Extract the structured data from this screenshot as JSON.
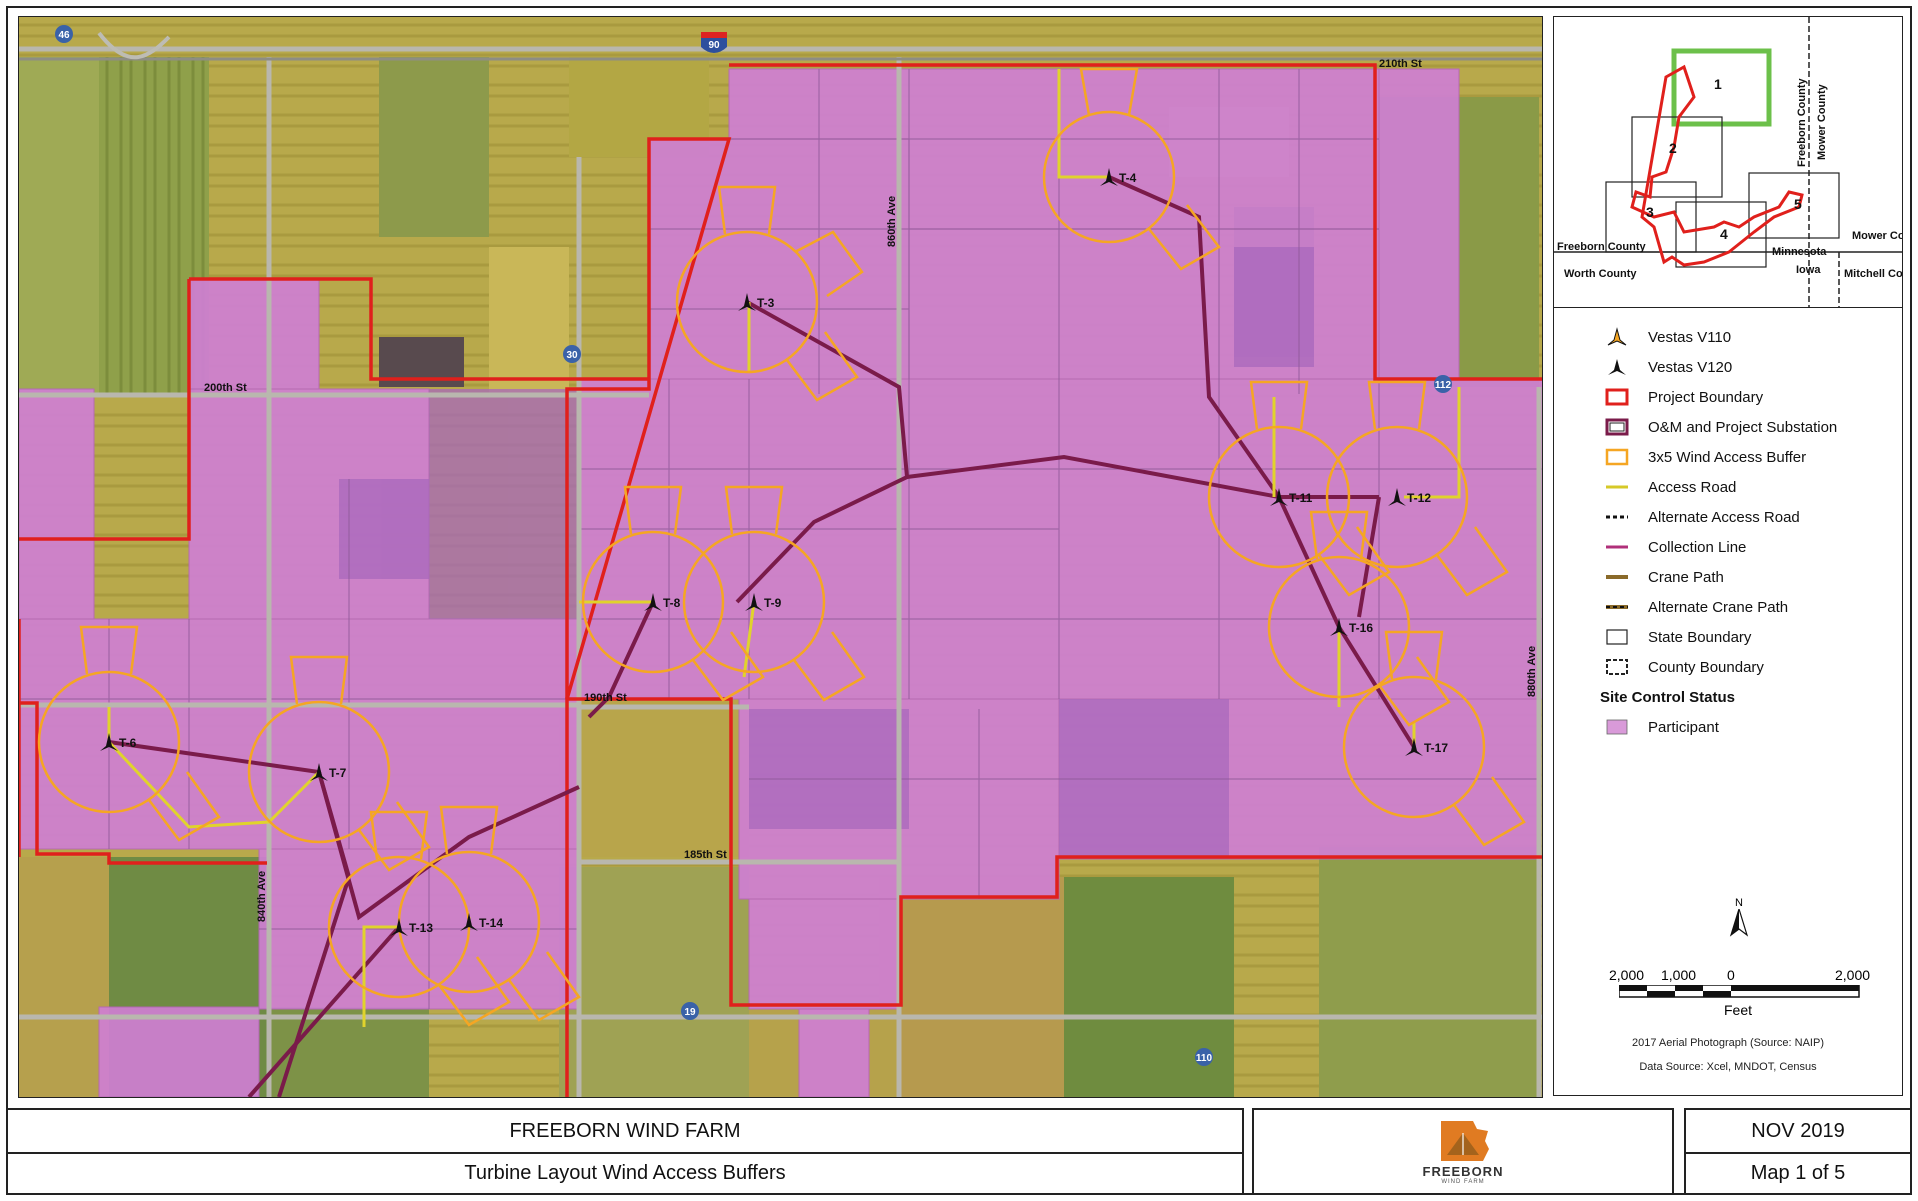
{
  "map": {
    "roads": [
      {
        "label": "210th St"
      },
      {
        "label": "200th St"
      },
      {
        "label": "190th St"
      },
      {
        "label": "185th St"
      },
      {
        "label": "860th Ave"
      },
      {
        "label": "840th Ave"
      },
      {
        "label": "880th Ave"
      }
    ],
    "shields": [
      "46",
      "90",
      "30",
      "112",
      "19",
      "110"
    ],
    "turbines": [
      "T-3",
      "T-4",
      "T-6",
      "T-7",
      "T-8",
      "T-9",
      "T-11",
      "T-12",
      "T-13",
      "T-14",
      "T-16",
      "T-17"
    ]
  },
  "inset": {
    "map_numbers": [
      "1",
      "2",
      "3",
      "4",
      "5"
    ],
    "labels": [
      "Freeborn County",
      "Mower County",
      "Freeborn County",
      "Minnesota",
      "Iowa",
      "Worth County",
      "Mower County",
      "Mitchell County"
    ]
  },
  "legend": {
    "items": [
      {
        "label": "Vestas V110",
        "icon": "turbine-v110-icon"
      },
      {
        "label": "Vestas V120",
        "icon": "turbine-v120-icon"
      },
      {
        "label": "Project Boundary",
        "icon": "project-boundary-swatch"
      },
      {
        "label": "O&M and Project Substation",
        "icon": "substation-swatch"
      },
      {
        "label": "3x5 Wind Access Buffer",
        "icon": "wind-buffer-swatch"
      },
      {
        "label": "Access Road",
        "icon": "access-road-line"
      },
      {
        "label": "Alternate Access Road",
        "icon": "alt-access-road-line"
      },
      {
        "label": "Collection Line",
        "icon": "collection-line"
      },
      {
        "label": "Crane Path",
        "icon": "crane-path-line"
      },
      {
        "label": "Alternate Crane Path",
        "icon": "alt-crane-path-line"
      },
      {
        "label": "State Boundary",
        "icon": "state-boundary-swatch"
      },
      {
        "label": "County Boundary",
        "icon": "county-boundary-swatch"
      }
    ],
    "section_title": "Site Control Status",
    "participant": "Participant"
  },
  "scale": {
    "labels": [
      "2,000",
      "1,000",
      "0",
      "2,000"
    ],
    "unit": "Feet",
    "north": "N"
  },
  "credits": {
    "photo": "2017 Aerial Photograph (Source: NAIP)",
    "data": "Data Source: Xcel, MNDOT, Census"
  },
  "title_block": {
    "project": "FREEBORN WIND FARM",
    "subtitle": "Turbine Layout Wind Access Buffers",
    "date": "NOV 2019",
    "map_number": "Map 1 of 5",
    "logo_text": "FREEBORN",
    "logo_sub": "WIND FARM"
  },
  "colors": {
    "boundary": "#e0201c",
    "buffer": "#f5a623",
    "participant": "#cf7fd3",
    "collection": "#7a1b4a",
    "access": "#d6c928",
    "field": "#b9ab4a"
  }
}
